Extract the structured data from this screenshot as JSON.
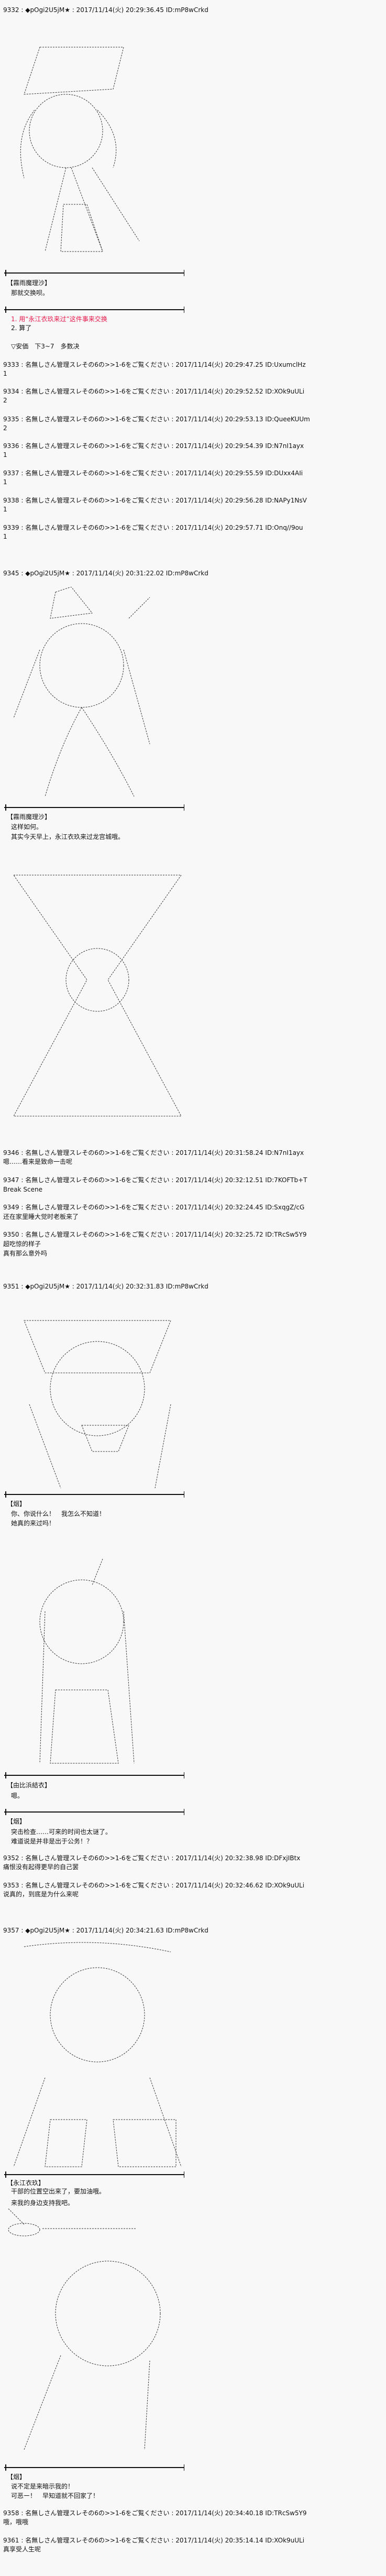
{
  "author_name": "◆pOgi2U5jM★",
  "anon_name": "名無しさん管理スレその6の>>1-6をご覧ください",
  "colors": {
    "vote_option_highlight": "#e8174a",
    "text": "#111111",
    "background": "#f8f8f8"
  },
  "posts": [
    {
      "header": "9332 : ◆pOgi2U5jM★ : 2017/11/14(火) 20:29:36.45 ID:mP8wCrkd",
      "speaker": "【霧雨魔理沙】",
      "lines": [
        "那就交换呗。"
      ],
      "options": [
        "1. 用“永江衣玖来过”这件事来交换",
        "2. 算了"
      ],
      "vote_note": "▽安価　下3~7　多数决"
    },
    {
      "header": "9333 : 名無しさん管理スレその6の>>1-6をご覧ください : 2017/11/14(火) 20:29:47.25 ID:UxumclHz",
      "body": "1"
    },
    {
      "header": "9334 : 名無しさん管理スレその6の>>1-6をご覧ください : 2017/11/14(火) 20:29:52.52 ID:XOk9uULi",
      "body": "2"
    },
    {
      "header": "9335 : 名無しさん管理スレその6の>>1-6をご覧ください : 2017/11/14(火) 20:29:53.13 ID:QueeKUUm",
      "body": "2"
    },
    {
      "header": "9336 : 名無しさん管理スレその6の>>1-6をご覧ください : 2017/11/14(火) 20:29:54.39 ID:N7nI1ayx",
      "body": "1"
    },
    {
      "header": "9337 : 名無しさん管理スレその6の>>1-6をご覧ください : 2017/11/14(火) 20:29:55.59 ID:DUxx4AIi",
      "body": "1"
    },
    {
      "header": "9338 : 名無しさん管理スレその6の>>1-6をご覧ください : 2017/11/14(火) 20:29:56.28 ID:NAPy1NsV",
      "body": "1"
    },
    {
      "header": "9339 : 名無しさん管理スレその6の>>1-6をご覧ください : 2017/11/14(火) 20:29:57.71 ID:Onq//9ou",
      "body": "1"
    },
    {
      "header": "9345 : ◆pOgi2U5jM★ : 2017/11/14(火) 20:31:22.02 ID:mP8wCrkd",
      "speaker": "【霧雨魔理沙】",
      "lines": [
        "这样如何。",
        "其实今天早上，永江衣玖来过龙宫城哦。"
      ]
    },
    {
      "header": "9346 : 名無しさん管理スレその6の>>1-6をご覧ください : 2017/11/14(火) 20:31:58.24 ID:N7nI1ayx",
      "body": "嗯……看来是致命一击呢"
    },
    {
      "header": "9347 : 名無しさん管理スレその6の>>1-6をご覧ください : 2017/11/14(火) 20:32:12.51 ID:7KOFTb+T",
      "body": "Break Scene"
    },
    {
      "header": "9349 : 名無しさん管理スレその6の>>1-6をご覧ください : 2017/11/14(火) 20:32:24.45 ID:SxqgZ/cG",
      "body": "还在家里睡大觉时老板来了"
    },
    {
      "header": "9350 : 名無しさん管理スレその6の>>1-6をご覧ください : 2017/11/14(火) 20:32:25.72 ID:TRcSw5Y9",
      "lines": [
        "超吃惊的样子",
        "真有那么意外吗"
      ]
    },
    {
      "header": "9351 : ◆pOgi2U5jM★ : 2017/11/14(火) 20:32:31.83 ID:mP8wCrkd",
      "scenes": [
        {
          "speaker": "【烟】",
          "lines": [
            "你、你说什么！　我怎么不知道！",
            "她真的来过吗！"
          ]
        },
        {
          "speaker": "【由比浜結衣】",
          "lines": [
            "嗯。"
          ]
        },
        {
          "speaker": "【烟】",
          "lines": [
            "突击检查……可来的时间也太谜了。",
            "难道说是并非是出于公务！？"
          ]
        }
      ]
    },
    {
      "header": "9352 : 名無しさん管理スレその6の>>1-6をご覧ください : 2017/11/14(火) 20:32:38.98 ID:DFxjIBtx",
      "body": "痛恨没有起得更早的自己罢"
    },
    {
      "header": "9353 : 名無しさん管理スレその6の>>1-6をご覧ください : 2017/11/14(火) 20:32:46.62 ID:XOk9uULi",
      "body": "说真的，到底是为什么来呢"
    },
    {
      "header": "9357 : ◆pOgi2U5jM★ : 2017/11/14(火) 20:34:21.63 ID:mP8wCrkd",
      "scenes": [
        {
          "speaker": "【永江衣玖】",
          "lines": [
            "干部的位置空出来了，要加油哦。",
            "来我的身边支持我吧。"
          ]
        },
        {
          "speaker": "【烟】",
          "lines": [
            "说不定是来暗示我的！",
            "可恶ー！　早知道就不回家了！"
          ]
        }
      ]
    },
    {
      "header": "9358 : 名無しさん管理スレその6の>>1-6をご覧ください : 2017/11/14(火) 20:34:40.18 ID:TRcSw5Y9",
      "body": "哦，哦哦"
    },
    {
      "header": "9361 : 名無しさん管理スレその6の>>1-6をご覧ください : 2017/11/14(火) 20:35:14.14 ID:XOk9uULi",
      "body": "真享受人生呢"
    }
  ]
}
